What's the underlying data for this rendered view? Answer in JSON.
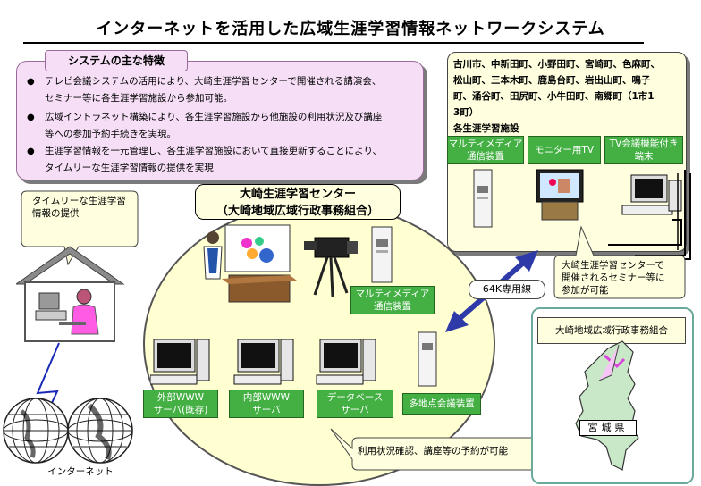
{
  "title": "インターネットを活用した広域生涯学習情報ネットワークシステム",
  "features": {
    "heading": "システムの主な特徴",
    "items": [
      [
        "テレビ会議システムの活用により、大崎生涯学習センターで開催される講演会、",
        "セミナー等に各生涯学習施設から参加可能。"
      ],
      [
        "広域イントラネット構築により、各生涯学習施設から他施設の利用状況及び講座",
        "等への参加予約手続きを実現。"
      ],
      [
        "生涯学習情報を一元管理し、各生涯学習施設において直接更新することにより、",
        "タイムリーな生涯学習情報の提供を実現"
      ]
    ],
    "bullet": "●"
  },
  "cities": {
    "lines": [
      "古川市、中新田町、小野田町、宮崎町、色麻町、",
      "松山町、三本木町、鹿島台町、岩出山町、鳴子",
      "町、涌谷町、田尻町、小牛田町、南郷町（1市1",
      "3町）",
      "各生涯学習施設"
    ],
    "equipment": [
      "マルティメディア通信装置",
      "モニター用TV",
      "TV会議機能付き端末"
    ]
  },
  "center": {
    "title_line1": "大崎生涯学習センター",
    "title_line2": "（大崎地域広域行政事務組合）",
    "multimedia_label": "マルティメディア通信装置",
    "servers": [
      {
        "line1": "外部WWW",
        "line2": "サーバ(既存)"
      },
      {
        "line1": "内部WWW",
        "line2": "サーバ"
      },
      {
        "line1": "データベース",
        "line2": "サーバ"
      }
    ],
    "multipoint_label": "多地点会議装置"
  },
  "callouts": {
    "timely_line1": "タイムリーな生涯学習",
    "timely_line2": "情報の提供",
    "seminar_line1": "大崎生涯学習センターで",
    "seminar_line2": "開催されるセミナー等に",
    "seminar_line3": "参加が可能",
    "usage": "利用状況確認、講座等の予約が可能"
  },
  "line_label": "64K専用線",
  "region": {
    "label": "大崎地域広域行政事務組合",
    "prefecture": "宮城県"
  },
  "internet_label": "インターネット",
  "colors": {
    "features_bg": "#f6dff6",
    "circle_bg": "#ffffd2",
    "green_label": "#44b044",
    "line_arrow": "#2e3aa8"
  }
}
